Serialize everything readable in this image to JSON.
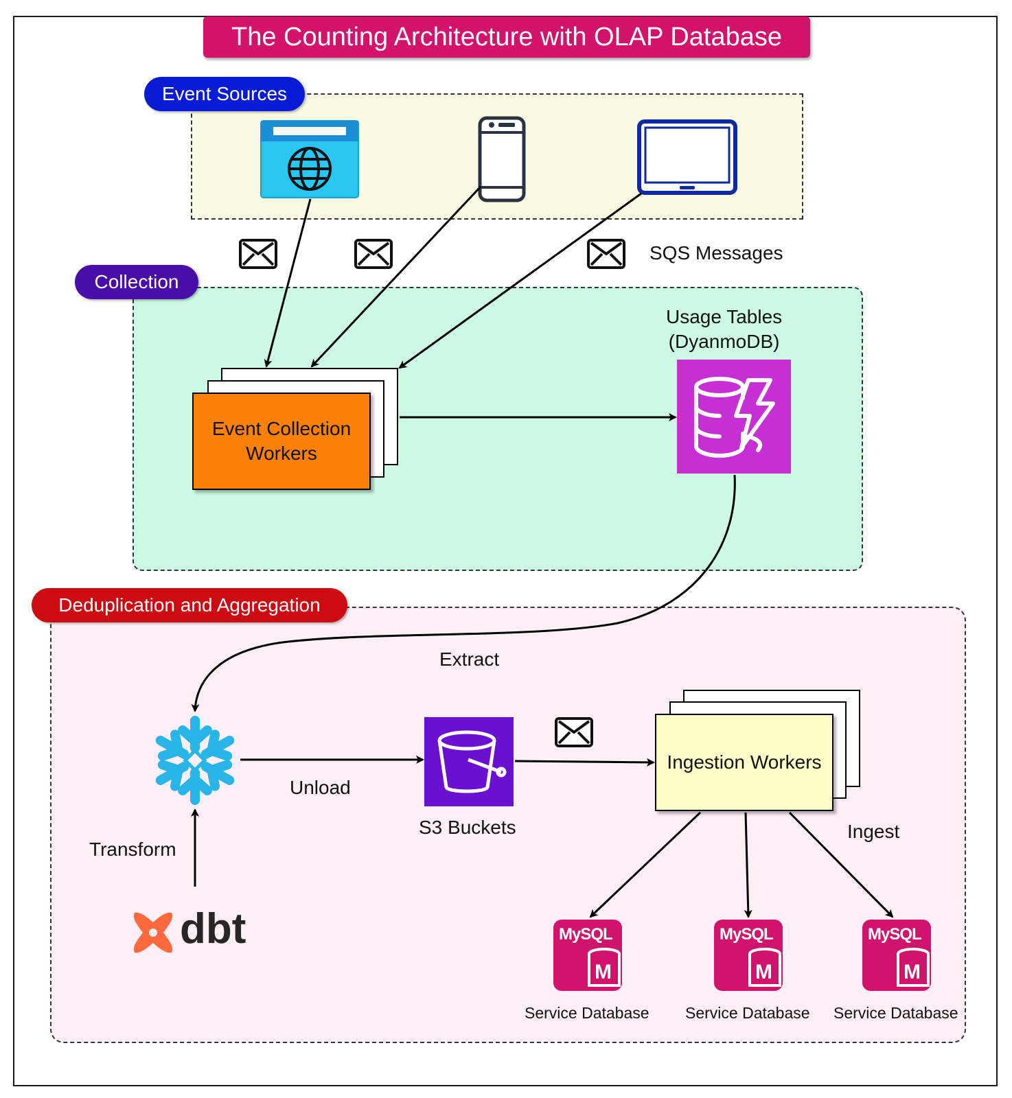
{
  "title": "The Counting Architecture with OLAP Database",
  "sections": {
    "event_sources": "Event Sources",
    "collection": "Collection",
    "dedup": "Deduplication and Aggregation"
  },
  "labels": {
    "sqs_messages": "SQS Messages",
    "usage_tables_line1": "Usage Tables",
    "usage_tables_line2": "(DyanmoDB)",
    "event_workers_line1": "Event Collection",
    "event_workers_line2": "Workers",
    "extract": "Extract",
    "unload": "Unload",
    "s3_buckets": "S3 Buckets",
    "ingestion_workers": "Ingestion Workers",
    "ingest": "Ingest",
    "transform": "Transform",
    "dbt": "dbt",
    "mysql": "MySQL",
    "mysql_badge": "M",
    "service_db_1": "Service Database",
    "service_db_2": "Service Database",
    "service_db_3": "Service Database"
  },
  "colors": {
    "title_bg": "#d3136b",
    "event_sources_pill": "#0a1bd6",
    "collection_pill": "#4a0ea8",
    "dedup_pill": "#cc0a12",
    "event_sources_zone": "#fbfbe3",
    "collection_zone": "#ccfae4",
    "dedup_zone": "#fdeff6",
    "event_workers": "#fb8109",
    "ingestion_workers": "#fefcc8",
    "dynamodb": "#c62fd3",
    "s3": "#6a11d1",
    "snowflake": "#29b5e8",
    "dbt": "#fe6a3d",
    "mysql": "#d0146e"
  },
  "icons": [
    "browser-icon",
    "mobile-phone-icon",
    "tablet-icon",
    "envelope-icon",
    "dynamodb-icon",
    "s3-bucket-icon",
    "snowflake-icon",
    "dbt-logo-icon",
    "mysql-database-icon"
  ]
}
